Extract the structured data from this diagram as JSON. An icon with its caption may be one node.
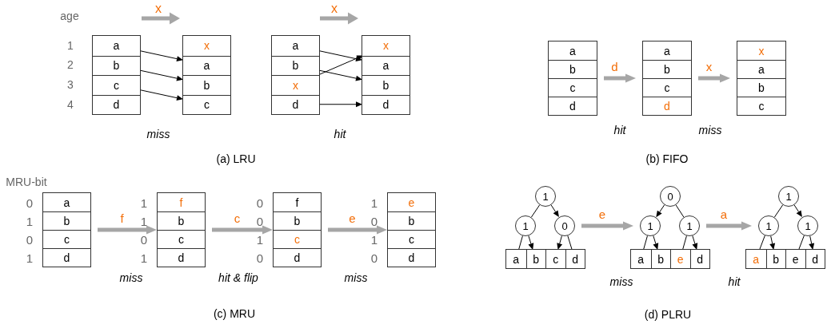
{
  "diagram": {
    "nodes": [
      {
        "text": [],
        "shape": "box"
      },
      {
        "text": [
          "a"
        ],
        "in": 0
      },
      {
        "text": [
          "b"
        ],
        "in": 0
      },
      {
        "text": [
          "c"
        ],
        "in": 0
      },
      {
        "text": [
          "d"
        ],
        "in": 0
      },
      {
        "text": [],
        "shape": "box"
      },
      {
        "text": [
          "x"
        ],
        "in": 5
      },
      {
        "text": [
          "a"
        ],
        "in": 5
      },
      {
        "text": [
          "b"
        ],
        "in": 5
      },
      {
        "text": [
          "c"
        ],
        "in": 5
      },
      {
        "text": [],
        "shape": "box"
      },
      {
        "text": [
          "a"
        ],
        "in": 10
      },
      {
        "text": [
          "b"
        ],
        "in": 10
      },
      {
        "text": [
          "x"
        ],
        "in": 10
      },
      {
        "text": [
          "d"
        ],
        "in": 10
      },
      {
        "text": [],
        "shape": "box"
      },
      {
        "text": [
          "x"
        ],
        "in": 15
      },
      {
        "text": [
          "a"
        ],
        "in": 15
      },
      {
        "text": [
          "b"
        ],
        "in": 15
      },
      {
        "text": [
          "d"
        ],
        "in": 15
      },
      {
        "text": [],
        "shape": "box"
      },
      {
        "text": [
          "a"
        ],
        "in": 20
      },
      {
        "text": [
          "b"
        ],
        "in": 20
      },
      {
        "text": [
          "c"
        ],
        "in": 20
      },
      {
        "text": [
          "d"
        ],
        "in": 20
      },
      {
        "text": [],
        "shape": "box"
      },
      {
        "text": [
          "a"
        ],
        "in": 25
      },
      {
        "text": [
          "b"
        ],
        "in": 25
      },
      {
        "text": [
          "c"
        ],
        "in": 25
      },
      {
        "text": [
          "d"
        ],
        "in": 25
      },
      {
        "text": [],
        "shape": "box"
      },
      {
        "text": [
          "x"
        ],
        "in": 30
      },
      {
        "text": [
          "a"
        ],
        "in": 30
      },
      {
        "text": [
          "b"
        ],
        "in": 30
      },
      {
        "text": [
          "c"
        ],
        "in": 30
      },
      {
        "text": [],
        "shape": "box"
      },
      {
        "text": [
          "a"
        ],
        "in": 35,
        "beside": [
          "0"
        ]
      },
      {
        "text": [
          "b"
        ],
        "in": 35,
        "beside": [
          "1"
        ]
      },
      {
        "text": [
          "c"
        ],
        "in": 35,
        "beside": [
          "0"
        ]
      },
      {
        "text": [
          "d"
        ],
        "in": 35,
        "beside": [
          "1"
        ]
      },
      {
        "text": [],
        "shape": "box"
      },
      {
        "text": [
          "f"
        ],
        "in": 40,
        "beside": [
          "1"
        ]
      },
      {
        "text": [
          "b"
        ],
        "in": 40,
        "beside": [
          "1"
        ]
      },
      {
        "text": [
          "c"
        ],
        "in": 40,
        "beside": [
          "0"
        ]
      },
      {
        "text": [
          "d"
        ],
        "in": 40,
        "beside": [
          "1"
        ]
      },
      {
        "text": [],
        "shape": "box"
      },
      {
        "text": [
          "f"
        ],
        "in": 45,
        "beside": [
          "0"
        ]
      },
      {
        "text": [
          "b"
        ],
        "in": 45,
        "beside": [
          "0"
        ]
      },
      {
        "text": [
          "c"
        ],
        "in": 45,
        "beside": [
          "1"
        ]
      },
      {
        "text": [
          "d"
        ],
        "in": 45,
        "beside": [
          "0"
        ]
      },
      {
        "text": [],
        "shape": "box"
      },
      {
        "text": [
          "e"
        ],
        "in": 50,
        "beside": [
          "1"
        ]
      },
      {
        "text": [
          "b"
        ],
        "in": 50,
        "beside": [
          "0"
        ]
      },
      {
        "text": [
          "c"
        ],
        "in": 50,
        "beside": [
          "1"
        ]
      },
      {
        "text": [
          "d"
        ],
        "in": 50,
        "beside": [
          "0"
        ]
      },
      {
        "text": [
          "1"
        ]
      },
      {
        "text": [
          "1"
        ]
      },
      {
        "text": [
          "0"
        ]
      },
      {
        "text": [],
        "shape": "box"
      },
      {
        "text": [
          "a"
        ],
        "in": 58
      },
      {
        "text": [
          "b"
        ],
        "in": 58
      },
      {
        "text": [
          "c"
        ],
        "in": 58
      },
      {
        "text": [
          "d"
        ],
        "in": 58
      },
      {
        "text": [
          "0"
        ]
      },
      {
        "text": [
          "1"
        ]
      },
      {
        "text": [
          "1"
        ]
      },
      {
        "text": [],
        "shape": "box"
      },
      {
        "text": [
          "a"
        ],
        "in": 66
      },
      {
        "text": [
          "b"
        ],
        "in": 66
      },
      {
        "text": [
          "e"
        ],
        "in": 66
      },
      {
        "text": [
          "d"
        ],
        "in": 66
      },
      {
        "text": [
          "1"
        ]
      },
      {
        "text": [
          "1"
        ]
      },
      {
        "text": [
          "1"
        ]
      },
      {
        "text": [],
        "shape": "box"
      },
      {
        "text": [
          "a"
        ],
        "in": 74
      },
      {
        "text": [
          "b"
        ],
        "in": 74
      },
      {
        "text": [
          "e"
        ],
        "in": 74
      },
      {
        "text": [
          "d"
        ],
        "in": 74
      }
    ],
    "edges": [
      {
        "from": 1,
        "to": 7,
        "arrow": "to"
      },
      {
        "from": 2,
        "to": 8,
        "arrow": "to"
      },
      {
        "from": 3,
        "to": 9,
        "arrow": "to"
      },
      {
        "from": 11,
        "to": 17,
        "arrow": "to"
      },
      {
        "from": 12,
        "to": 18,
        "arrow": "to"
      },
      {
        "from": 13,
        "to": 16,
        "arrow": "to"
      },
      {
        "from": 14,
        "to": 19,
        "arrow": "to"
      },
      {
        "from": 20,
        "to": 25,
        "arrow": "to",
        "label": "d",
        "style": "thick",
        "color": "#a6a6a6"
      },
      {
        "from": 25,
        "to": 30,
        "arrow": "to",
        "label": "x",
        "style": "thick",
        "color": "#a6a6a6"
      },
      {
        "from": 35,
        "to": 40,
        "arrow": "to",
        "label": "f",
        "style": "thick",
        "color": "#a6a6a6"
      },
      {
        "from": 40,
        "to": 45,
        "arrow": "to",
        "label": "c",
        "style": "thick",
        "color": "#a6a6a6"
      },
      {
        "from": 45,
        "to": 50,
        "arrow": "to",
        "label": "e",
        "style": "thick",
        "color": "#a6a6a6"
      },
      {
        "from": 55,
        "to": 56,
        "arrow": "none"
      },
      {
        "from": 55,
        "to": 57,
        "arrow": "to"
      },
      {
        "from": 56,
        "to": 59,
        "arrow": "none"
      },
      {
        "from": 56,
        "to": 60,
        "arrow": "to"
      },
      {
        "from": 57,
        "to": 61,
        "arrow": "to"
      },
      {
        "from": 57,
        "to": 62,
        "arrow": "none"
      },
      {
        "from": 57,
        "to": 64,
        "arrow": "to",
        "label": "e",
        "style": "thick",
        "color": "#a6a6a6"
      },
      {
        "from": 63,
        "to": 64,
        "arrow": "to"
      },
      {
        "from": 63,
        "to": 65,
        "arrow": "none"
      },
      {
        "from": 64,
        "to": 67,
        "arrow": "none"
      },
      {
        "from": 64,
        "to": 68,
        "arrow": "to"
      },
      {
        "from": 65,
        "to": 69,
        "arrow": "none"
      },
      {
        "from": 65,
        "to": 70,
        "arrow": "to"
      },
      {
        "from": 65,
        "to": 72,
        "arrow": "to",
        "label": "a",
        "style": "thick",
        "color": "#a6a6a6"
      },
      {
        "from": 71,
        "to": 72,
        "arrow": "none"
      },
      {
        "from": 71,
        "to": 73,
        "arrow": "to"
      },
      {
        "from": 72,
        "to": 75,
        "arrow": "none"
      },
      {
        "from": 72,
        "to": 76,
        "arrow": "to"
      },
      {
        "from": 73,
        "to": 77,
        "arrow": "none"
      },
      {
        "from": 73,
        "to": 78,
        "arrow": "to"
      }
    ],
    "labels": [
      "x",
      "x",
      "age",
      "1",
      "2",
      "3",
      "4",
      "miss",
      "hit",
      "(a) LRU",
      "hit",
      "miss",
      "(b) FIFO",
      "MRU-bit",
      "miss",
      "hit & flip",
      "miss",
      "(c) MRU",
      "miss",
      "hit",
      "(d) PLRU"
    ]
  }
}
